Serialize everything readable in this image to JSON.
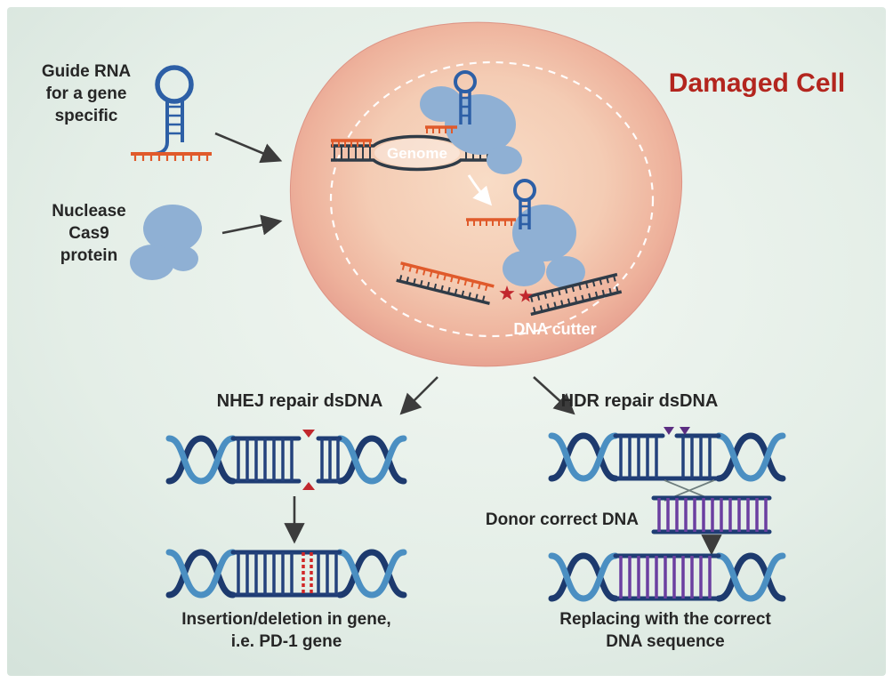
{
  "diagram": {
    "title": "Damaged Cell",
    "guide_rna_label": {
      "line1": "Guide RNA",
      "line2": "for a gene",
      "line3": "specific"
    },
    "nuclease_label": {
      "line1": "Nuclease",
      "line2": "Cas9",
      "line3": "protein"
    },
    "cell": {
      "genome_label": "Genome",
      "dna_cutter_label": "DNA cutter"
    },
    "pathways": {
      "nhej": {
        "title": "NHEJ repair dsDNA",
        "caption_line1": "Insertion/deletion in gene,",
        "caption_line2": "i.e. PD-1 gene"
      },
      "hdr": {
        "title": "HDR repair dsDNA",
        "donor_label": "Donor correct DNA",
        "caption_line1": "Replacing with the correct",
        "caption_line2": "DNA sequence"
      }
    }
  },
  "colors": {
    "background": "#e4ede7",
    "title_red": "#b3251e",
    "cell_fill": "#efb8a2",
    "cell_inner": "#f8dcc6",
    "nucleus_dash": "#ffffff",
    "cas9_protein": "#8fb0d4",
    "guide_rna_blue": "#2d5fa6",
    "rna_tail_orange": "#e05a2b",
    "dna_navy": "#1d3a6e",
    "dna_light_blue": "#4b8fc2",
    "hdr_purple": "#6b3fa0",
    "break_red": "#c1272d",
    "text_dark": "#262626"
  }
}
